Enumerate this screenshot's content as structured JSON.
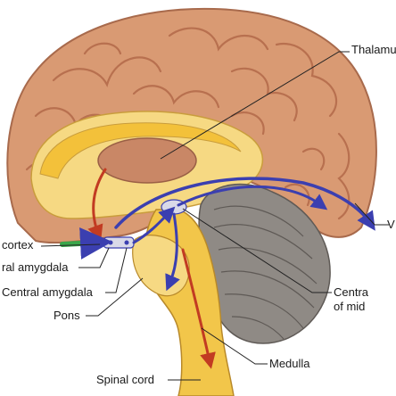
{
  "labels": {
    "thalamus": "Thalamu",
    "cortex": "cortex",
    "lateral_amygdala": "ral amygdala",
    "central_amygdala": "Central amygdala",
    "pons": "Pons",
    "spinal_cord": "Spinal cord",
    "medulla": "Medulla",
    "central_gray_line1": "Centra",
    "central_gray_line2": "of mid",
    "right_edge_label": "V"
  },
  "colors": {
    "cortex_fill": "#d99a73",
    "cortex_shadow": "#b8704f",
    "inner_cream": "#f6d983",
    "corpus_yellow": "#f3c13a",
    "thalamus_fill": "#c98766",
    "cerebellum_fill": "#8f8a85",
    "brainstem_fill": "#f2c64a",
    "pathway_blue": "#3b3fb0",
    "pathway_red": "#c23b22",
    "pathway_green": "#3aa64a",
    "leader_line": "#222222"
  }
}
